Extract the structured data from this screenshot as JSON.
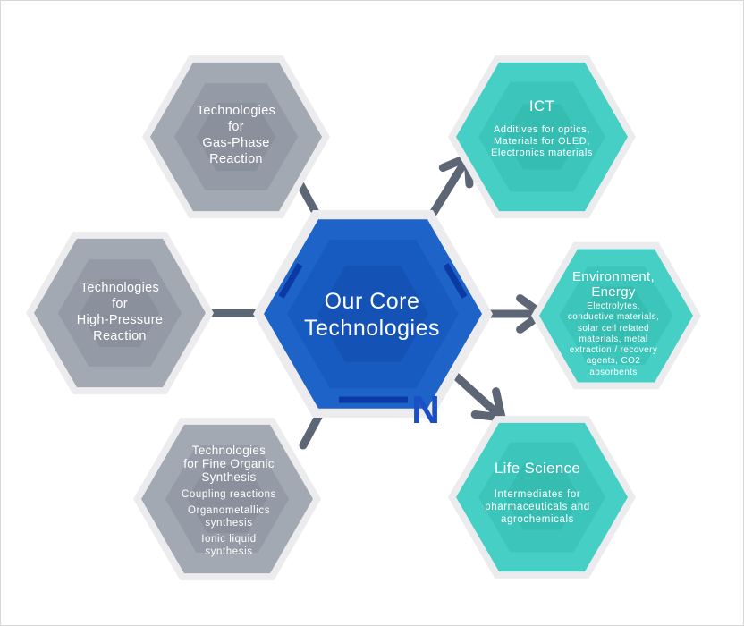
{
  "core": {
    "title": "Our Core\nTechnologies",
    "logo_letter": "N"
  },
  "inputs": [
    {
      "id": "gas_phase",
      "title": "Technologies\nfor\nGas-Phase\nReaction"
    },
    {
      "id": "high_pressure",
      "title": "Technologies\nfor\nHigh-Pressure\nReaction"
    },
    {
      "id": "fine_organic",
      "title": "Technologies\nfor Fine Organic\nSynthesis",
      "items": [
        "Coupling reactions",
        "Organometallics\nsynthesis",
        "Ionic liquid\nsynthesis"
      ]
    }
  ],
  "outputs": [
    {
      "id": "ict",
      "title": "ICT",
      "description": "Additives for optics,\nMaterials for OLED,\nElectronics materials"
    },
    {
      "id": "environment",
      "title": "Environment,\nEnergy",
      "description": "Electrolytes,\nconductive materials,\nsolar cell related\nmaterials, metal\nextraction / recovery\nagents, CO2\nabsorbents"
    },
    {
      "id": "life_science",
      "title": "Life Science",
      "description": "Intermediates for\npharmaceuticals and\nagrochemicals"
    }
  ],
  "colors": {
    "outline": "#ececef",
    "gray_outer": "#a2a9b3",
    "gray_mid": "#949ba6",
    "gray_inner": "#8a919c",
    "teal_outer": "#46cfc5",
    "teal_mid": "#3cc6bb",
    "teal_inner": "#36bdb2",
    "core_outer": "#1e63c8",
    "core_mid": "#185bc0",
    "core_inner": "#1452b6",
    "core_accent": "#0c3aa4",
    "connector": "#5d6674"
  }
}
